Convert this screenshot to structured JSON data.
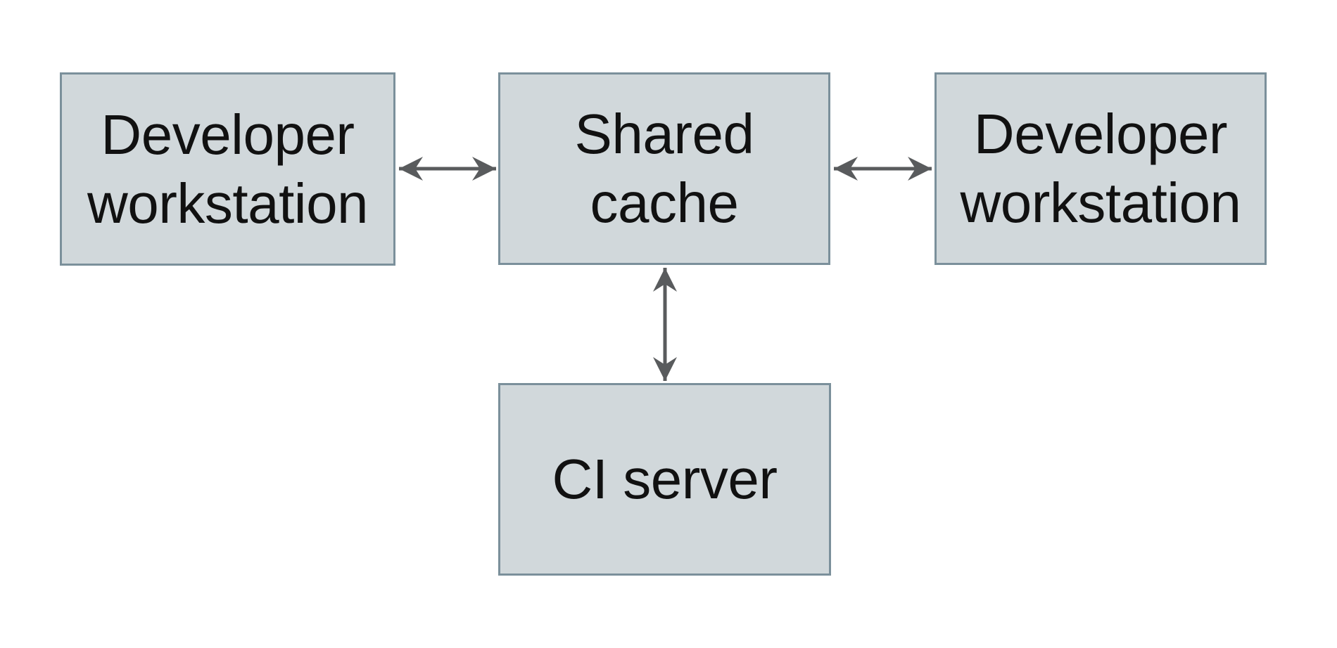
{
  "diagram": {
    "type": "architecture-diagram",
    "background": "#ffffff",
    "colors": {
      "node_fill": "#d1d8db",
      "node_border": "#7b909b",
      "arrow": "#595b5d",
      "text": "#111111",
      "background": "#ffffff"
    },
    "nodes": [
      {
        "id": "developer-workstation-left",
        "label": "Developer workstation",
        "lines": [
          "Developer",
          "workstation"
        ]
      },
      {
        "id": "shared-cache",
        "label": "Shared cache",
        "lines": [
          "Shared",
          "cache"
        ]
      },
      {
        "id": "developer-workstation-right",
        "label": "Developer workstation",
        "lines": [
          "Developer",
          "workstation"
        ]
      },
      {
        "id": "ci-server",
        "label": "CI server",
        "lines": [
          "CI server"
        ]
      }
    ],
    "edges": [
      {
        "from": "developer-workstation-left",
        "to": "shared-cache",
        "direction": "bidirectional"
      },
      {
        "from": "shared-cache",
        "to": "developer-workstation-right",
        "direction": "bidirectional"
      },
      {
        "from": "shared-cache",
        "to": "ci-server",
        "direction": "bidirectional"
      }
    ]
  }
}
